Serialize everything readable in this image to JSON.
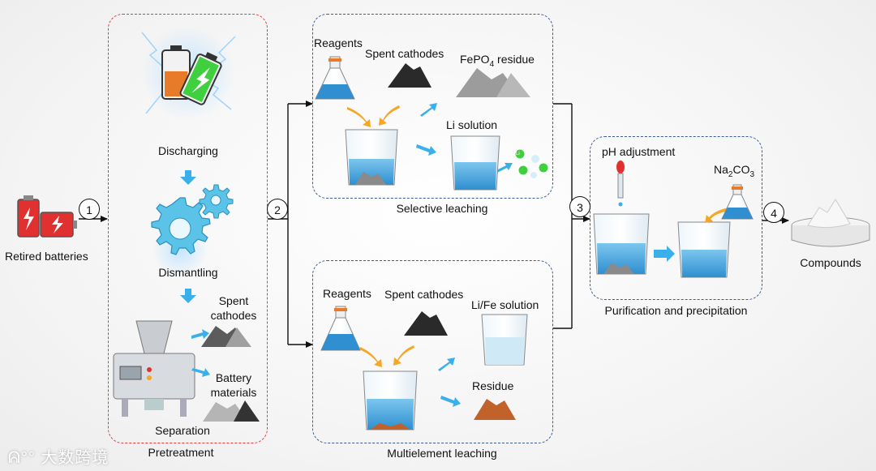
{
  "left": {
    "retired_batteries": "Retired batteries"
  },
  "steps": [
    "1",
    "2",
    "3",
    "4"
  ],
  "pretreatment": {
    "title": "Pretreatment",
    "discharging": "Discharging",
    "dismantling": "Dismantling",
    "separation": "Separation",
    "spent_cathodes": "Spent cathodes",
    "battery_materials": "Battery materials"
  },
  "selective": {
    "title": "Selective leaching",
    "reagents": "Reagents",
    "spent_cathodes": "Spent cathodes",
    "residue_prefix": "FePO",
    "residue_sub": "4",
    "residue_suffix": " residue",
    "li_solution": "Li solution",
    "ion_label": "Li"
  },
  "multi": {
    "title": "Multielement leaching",
    "reagents": "Reagents",
    "spent_cathodes": "Spent cathodes",
    "solution": "Li/Fe solution",
    "residue": "Residue"
  },
  "purification": {
    "title": "Purification and precipitation",
    "ph": "pH adjustment",
    "na_prefix": "Na",
    "na_sub1": "2",
    "na_mid": "CO",
    "na_sub2": "3"
  },
  "output": {
    "compounds": "Compounds"
  },
  "watermark": "大数跨境",
  "colors": {
    "pretreatment_border": "#e23b3b",
    "stage_border": "#3a5b9c",
    "arrow_blue": "#3ab0ea",
    "arrow_orange": "#f5a623"
  }
}
